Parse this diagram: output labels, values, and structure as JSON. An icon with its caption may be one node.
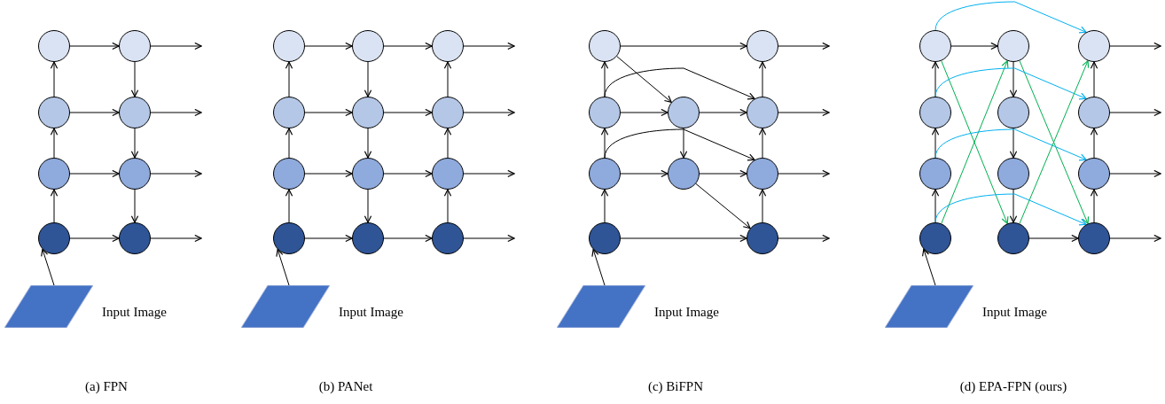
{
  "diagram": {
    "nodes": [
      {
        "text": [],
        "shape": "circle"
      },
      {
        "text": [],
        "shape": "circle"
      },
      {
        "text": [],
        "shape": "circle"
      },
      {
        "text": [],
        "shape": "circle"
      },
      {
        "text": [],
        "shape": "circle"
      },
      {
        "text": [],
        "shape": "circle"
      },
      {
        "text": [],
        "shape": "circle"
      },
      {
        "text": [],
        "shape": "circle"
      },
      {
        "text": [],
        "shape": "parallelogram",
        "beside": [
          "Input Image"
        ]
      },
      {
        "text": [],
        "shape": "circle"
      },
      {
        "text": [],
        "shape": "circle"
      },
      {
        "text": [],
        "shape": "circle"
      },
      {
        "text": [],
        "shape": "circle"
      },
      {
        "text": [],
        "shape": "circle"
      },
      {
        "text": [],
        "shape": "circle"
      },
      {
        "text": [],
        "shape": "circle"
      },
      {
        "text": [],
        "shape": "circle"
      },
      {
        "text": [],
        "shape": "circle"
      },
      {
        "text": [],
        "shape": "circle"
      },
      {
        "text": [],
        "shape": "circle"
      },
      {
        "text": [],
        "shape": "circle"
      },
      {
        "text": [],
        "shape": "parallelogram",
        "beside": [
          "Input Image"
        ]
      },
      {
        "text": [],
        "shape": "circle"
      },
      {
        "text": [],
        "shape": "circle"
      },
      {
        "text": [],
        "shape": "circle"
      },
      {
        "text": [],
        "shape": "circle"
      },
      {
        "text": [],
        "shape": "circle"
      },
      {
        "text": [],
        "shape": "circle"
      },
      {
        "text": [],
        "shape": "circle"
      },
      {
        "text": [],
        "shape": "circle"
      },
      {
        "text": [],
        "shape": "circle"
      },
      {
        "text": [],
        "shape": "circle"
      },
      {
        "text": [],
        "shape": "parallelogram",
        "beside": [
          "Input Image"
        ]
      },
      {
        "text": [],
        "shape": "circle"
      },
      {
        "text": [],
        "shape": "circle"
      },
      {
        "text": [],
        "shape": "circle"
      },
      {
        "text": [],
        "shape": "circle"
      },
      {
        "text": [],
        "shape": "circle"
      },
      {
        "text": [],
        "shape": "circle"
      },
      {
        "text": [],
        "shape": "circle"
      },
      {
        "text": [],
        "shape": "circle"
      },
      {
        "text": [],
        "shape": "circle"
      },
      {
        "text": [],
        "shape": "circle"
      },
      {
        "text": [],
        "shape": "circle"
      },
      {
        "text": [],
        "shape": "circle"
      },
      {
        "text": [],
        "shape": "parallelogram",
        "beside": [
          "Input Image"
        ]
      }
    ],
    "edges": [
      {
        "from": 8,
        "to": 6,
        "arrow": "to"
      },
      {
        "from": 6,
        "to": 4,
        "arrow": "to"
      },
      {
        "from": 4,
        "to": 2,
        "arrow": "to"
      },
      {
        "from": 2,
        "to": 0,
        "arrow": "to"
      },
      {
        "from": 0,
        "to": 1,
        "arrow": "to"
      },
      {
        "from": 2,
        "to": 3,
        "arrow": "to"
      },
      {
        "from": 4,
        "to": 5,
        "arrow": "to"
      },
      {
        "from": 6,
        "to": 7,
        "arrow": "to"
      },
      {
        "from": 1,
        "to": 3,
        "arrow": "to"
      },
      {
        "from": 3,
        "to": 5,
        "arrow": "to"
      },
      {
        "from": 5,
        "to": 7,
        "arrow": "to"
      },
      {
        "from": 1,
        "to": null,
        "arrow": "to"
      },
      {
        "from": 3,
        "to": null,
        "arrow": "to"
      },
      {
        "from": 5,
        "to": null,
        "arrow": "to"
      },
      {
        "from": 7,
        "to": null,
        "arrow": "to"
      },
      {
        "from": 21,
        "to": 18,
        "arrow": "to"
      },
      {
        "from": 18,
        "to": 15,
        "arrow": "to"
      },
      {
        "from": 15,
        "to": 12,
        "arrow": "to"
      },
      {
        "from": 12,
        "to": 9,
        "arrow": "to"
      },
      {
        "from": 9,
        "to": 10,
        "arrow": "to"
      },
      {
        "from": 12,
        "to": 13,
        "arrow": "to"
      },
      {
        "from": 15,
        "to": 16,
        "arrow": "to"
      },
      {
        "from": 18,
        "to": 19,
        "arrow": "to"
      },
      {
        "from": 10,
        "to": 13,
        "arrow": "to"
      },
      {
        "from": 13,
        "to": 16,
        "arrow": "to"
      },
      {
        "from": 16,
        "to": 19,
        "arrow": "to"
      },
      {
        "from": 10,
        "to": 11,
        "arrow": "to"
      },
      {
        "from": 13,
        "to": 14,
        "arrow": "to"
      },
      {
        "from": 16,
        "to": 17,
        "arrow": "to"
      },
      {
        "from": 19,
        "to": 20,
        "arrow": "to"
      },
      {
        "from": 20,
        "to": 17,
        "arrow": "to"
      },
      {
        "from": 17,
        "to": 14,
        "arrow": "to"
      },
      {
        "from": 14,
        "to": 11,
        "arrow": "to"
      },
      {
        "from": 11,
        "to": null,
        "arrow": "to"
      },
      {
        "from": 14,
        "to": null,
        "arrow": "to"
      },
      {
        "from": 17,
        "to": null,
        "arrow": "to"
      },
      {
        "from": 20,
        "to": null,
        "arrow": "to"
      },
      {
        "from": 32,
        "to": 30,
        "arrow": "to"
      },
      {
        "from": 30,
        "to": 27,
        "arrow": "to"
      },
      {
        "from": 27,
        "to": 24,
        "arrow": "to"
      },
      {
        "from": 24,
        "to": 22,
        "arrow": "to"
      },
      {
        "from": 22,
        "to": 23,
        "arrow": "to"
      },
      {
        "from": 22,
        "to": 25,
        "arrow": "to"
      },
      {
        "from": 24,
        "to": 26,
        "arrow": "to"
      },
      {
        "from": 24,
        "to": 25,
        "arrow": "to"
      },
      {
        "from": 25,
        "to": 26,
        "arrow": "to"
      },
      {
        "from": 25,
        "to": 28,
        "arrow": "to"
      },
      {
        "from": 27,
        "to": 29,
        "arrow": "to"
      },
      {
        "from": 27,
        "to": 28,
        "arrow": "to"
      },
      {
        "from": 28,
        "to": 29,
        "arrow": "to"
      },
      {
        "from": 28,
        "to": 31,
        "arrow": "to"
      },
      {
        "from": 30,
        "to": 31,
        "arrow": "to"
      },
      {
        "from": 31,
        "to": 29,
        "arrow": "to"
      },
      {
        "from": 29,
        "to": 26,
        "arrow": "to"
      },
      {
        "from": 26,
        "to": 23,
        "arrow": "to"
      },
      {
        "from": 23,
        "to": null,
        "arrow": "to"
      },
      {
        "from": 26,
        "to": null,
        "arrow": "to"
      },
      {
        "from": 29,
        "to": null,
        "arrow": "to"
      },
      {
        "from": 31,
        "to": null,
        "arrow": "to"
      },
      {
        "from": 45,
        "to": 42,
        "arrow": "to"
      },
      {
        "from": 42,
        "to": 39,
        "arrow": "to"
      },
      {
        "from": 39,
        "to": 36,
        "arrow": "to"
      },
      {
        "from": 36,
        "to": 33,
        "arrow": "to"
      },
      {
        "from": 33,
        "to": 35,
        "arrow": "to",
        "color": "#00b0f0"
      },
      {
        "from": 33,
        "to": 34,
        "arrow": "to"
      },
      {
        "from": 33,
        "to": 43,
        "arrow": "to",
        "color": "#00b050"
      },
      {
        "from": 42,
        "to": 34,
        "arrow": "to",
        "color": "#00b050"
      },
      {
        "from": 34,
        "to": 37,
        "arrow": "to"
      },
      {
        "from": 34,
        "to": 44,
        "arrow": "to",
        "color": "#00b050"
      },
      {
        "from": 36,
        "to": 38,
        "arrow": "to",
        "color": "#00b0f0"
      },
      {
        "from": 37,
        "to": 40,
        "arrow": "to"
      },
      {
        "from": 39,
        "to": 41,
        "arrow": "to",
        "color": "#00b0f0"
      },
      {
        "from": 40,
        "to": 43,
        "arrow": "to"
      },
      {
        "from": 42,
        "to": 44,
        "arrow": "to",
        "color": "#00b0f0"
      },
      {
        "from": 43,
        "to": 35,
        "arrow": "to",
        "color": "#00b050"
      },
      {
        "from": 43,
        "to": 44,
        "arrow": "to"
      },
      {
        "from": 44,
        "to": 41,
        "arrow": "to"
      },
      {
        "from": 41,
        "to": 38,
        "arrow": "to"
      },
      {
        "from": 38,
        "to": 35,
        "arrow": "to"
      },
      {
        "from": 35,
        "to": null,
        "arrow": "to"
      },
      {
        "from": 38,
        "to": null,
        "arrow": "to"
      },
      {
        "from": 41,
        "to": null,
        "arrow": "to"
      },
      {
        "from": 44,
        "to": null,
        "arrow": "to"
      }
    ],
    "labels": [
      "(a) FPN",
      "(b) PANet",
      "(c) BiFPN",
      "(d) EPA-FPN (ours)"
    ]
  }
}
